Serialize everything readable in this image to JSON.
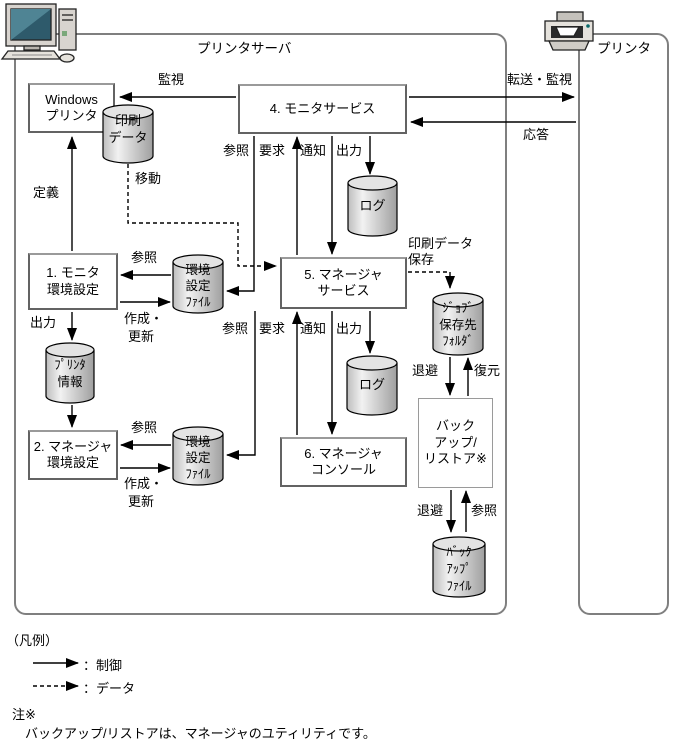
{
  "containers": {
    "printer_server": {
      "label": "プリンタサーバ"
    },
    "printer": {
      "label": "プリンタ"
    }
  },
  "boxes": {
    "windows_printer": {
      "l1": "Windows",
      "l2": "プリンタ"
    },
    "monitor_env": {
      "l1": "1. モニタ",
      "l2": "環境設定"
    },
    "manager_env": {
      "l1": "2. マネージャ",
      "l2": "環境設定"
    },
    "monitor_service": {
      "l1": "4. モニタサービス"
    },
    "manager_service": {
      "l1": "5. マネージャ",
      "l2": "サービス"
    },
    "manager_console": {
      "l1": "6. マネージャ",
      "l2": "コンソール"
    },
    "backup_restore": {
      "l1": "バック",
      "l2": "アップ/",
      "l3": "リストア※"
    }
  },
  "cylinders": {
    "print_data": {
      "l1": "印刷",
      "l2": "データ"
    },
    "env_file_1": {
      "l1": "環境",
      "l2": "設定",
      "l3": "ﾌｧｲﾙ"
    },
    "printer_info": {
      "l1": "ﾌﾟﾘﾝﾀ",
      "l2": "情報"
    },
    "env_file_2": {
      "l1": "環境",
      "l2": "設定",
      "l3": "ﾌｧｲﾙ"
    },
    "log_1": {
      "l1": "ログ"
    },
    "log_2": {
      "l1": "ログ"
    },
    "job_save_folder": {
      "l1": "ｼﾞｮﾌﾞ",
      "l2": "保存先",
      "l3": "ﾌｫﾙﾀﾞ"
    },
    "backup_file": {
      "l1": "ﾊﾞｯｸ",
      "l2": "ｱｯﾌﾟ",
      "l3": "ﾌｧｲﾙ"
    }
  },
  "edge_labels": {
    "monitor": "監視",
    "transfer_monitor": "転送・監視",
    "response": "応答",
    "define": "定義",
    "output_box1": "出力",
    "ref_env1": "参照",
    "create_1": "作成・",
    "update_1": "更新",
    "ref_env2": "参照",
    "create_2": "作成・",
    "update_2": "更新",
    "move": "移動",
    "row1_ref": "参照",
    "row1_req": "要求",
    "row1_notify": "通知",
    "row1_out": "出力",
    "row2_ref": "参照",
    "row2_req": "要求",
    "row2_notify": "通知",
    "row2_out": "出力",
    "print_save_1": "印刷データ",
    "print_save_2": "保存",
    "evac_1": "退避",
    "restore": "復元",
    "evac_2": "退避",
    "ref_backup": "参照"
  },
  "legend": {
    "title": "（凡例）",
    "control": "：制御",
    "data": "：データ",
    "note_mark": "注※",
    "note_text": "バックアップ/リストアは、マネージャのユティリティです。"
  },
  "colors": {
    "line": "#000000",
    "container_border": "#7f7f7f",
    "box_border": "#636363",
    "cylinder_light": "#f2f2f2",
    "cylinder_dark": "#9f9f9f",
    "screen_teal": "#2e5a6b"
  }
}
